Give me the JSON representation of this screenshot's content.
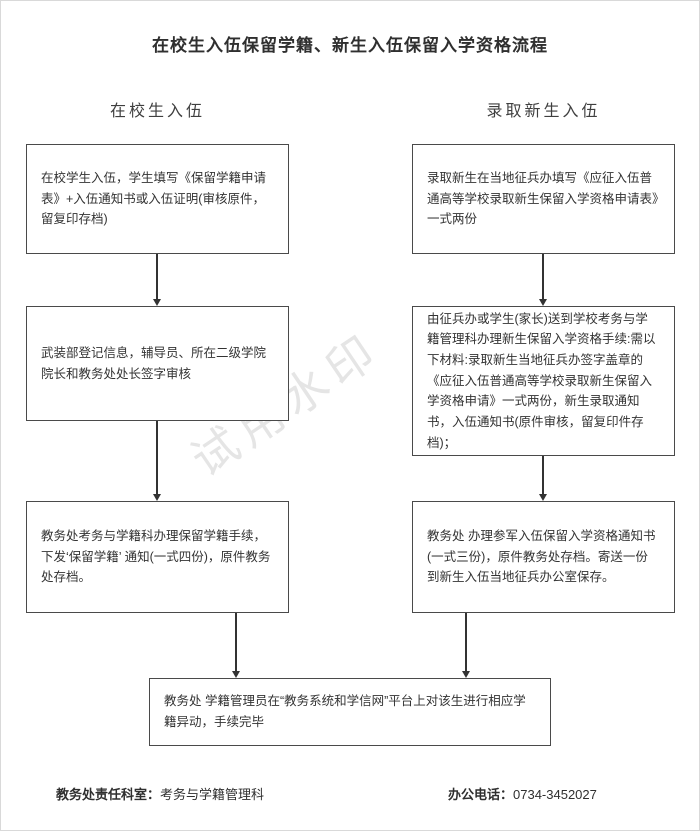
{
  "title": "在校生入伍保留学籍、新生入伍保留入学资格流程",
  "watermark": "试用水印",
  "columns": {
    "left": {
      "header": "在校生入伍",
      "steps": [
        "在校学生入伍，学生填写《保留学籍申请表》+入伍通知书或入伍证明(审核原件，留复印存档)",
        "武装部登记信息，辅导员、所在二级学院院长和教务处处长签字审核",
        "教务处考务与学籍科办理保留学籍手续，下发‘保留学籍’ 通知(一式四份)，原件教务处存档。"
      ]
    },
    "right": {
      "header": "录取新生入伍",
      "steps": [
        "录取新生在当地征兵办填写《应征入伍普通高等学校录取新生保留入学资格申请表》一式两份",
        "由征兵办或学生(家长)送到学校考务与学籍管理科办理新生保留入学资格手续:需以下材料:录取新生当地征兵办签字盖章的《应征入伍普通高等学校录取新生保留入学资格申请》一式两份，新生录取通知书，入伍通知书(原件审核，留复印件存档)；",
        "教务处 办理参军入伍保留入学资格通知书(一式三份)，原件教务处存档。寄送一份到新生入伍当地征兵办公室保存。"
      ]
    }
  },
  "final_step": "教务处 学籍管理员在“教务系统和学信网”平台上对该生进行相应学籍异动，手续完毕",
  "footer": {
    "left_label": "教务处责任科室：",
    "left_value": "考务与学籍管理科",
    "right_label": "办公电话：",
    "right_value": "0734-3452027"
  },
  "colors": {
    "box_border": "#4a4a4a",
    "arrow": "#333333",
    "text": "#333333",
    "watermark": "#6e6e6e"
  }
}
